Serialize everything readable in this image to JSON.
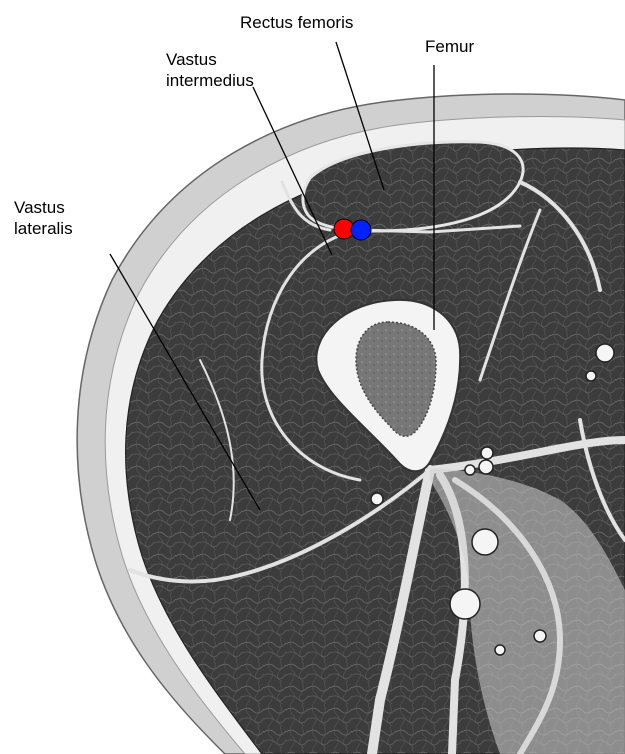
{
  "labels": {
    "rectus_femoris": "Rectus femoris",
    "femur": "Femur",
    "vastus_intermedius_line1": "Vastus",
    "vastus_intermedius_line2": "intermedius",
    "vastus_lateralis_line1": "Vastus",
    "vastus_lateralis_line2": "lateralis"
  },
  "markers": [
    {
      "name": "red-marker",
      "color": "#ff0000"
    },
    {
      "name": "blue-marker",
      "color": "#0022ff"
    }
  ],
  "colors": {
    "skin": "#d6d6d6",
    "fat": "#f2f2f2",
    "muscle": "#3e3e3e",
    "fascia": "#e4e4e4",
    "bone_cortex": "#f4f4f4",
    "marrow": "#7a7a7a",
    "leader_line": "#000000"
  }
}
